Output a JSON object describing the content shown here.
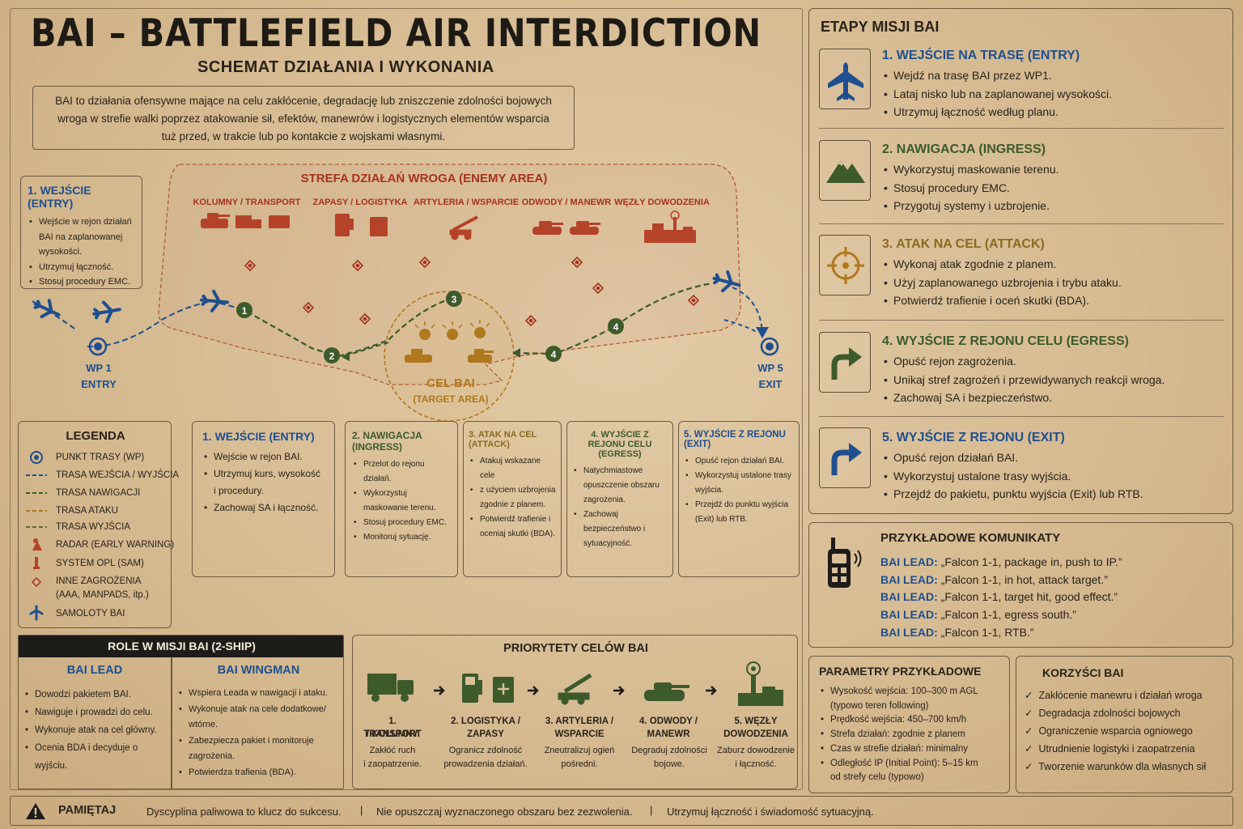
{
  "header": {
    "title": "BAI – BATTLEFIELD AIR INTERDICTION",
    "subtitle": "SCHEMAT DZIAŁANIA I WYKONANIA",
    "intro_lines": [
      "BAI to działania ofensywne mające na celu zakłócenie, degradację lub zniszczenie zdolności bojowych",
      "wroga w strefie walki poprzez atakowanie sił, efektów, manewrów i logistycznych elementów wsparcia",
      "tuż przed, w trakcie lub po kontakcie z wojskami własnymi."
    ]
  },
  "map": {
    "entry_box": {
      "title": "1. WEJŚCIE (ENTRY)",
      "items": [
        "Wejście w rejon działań BAI na zaplanowanej wysokości.",
        "Utrzymuj łączność.",
        "Stosuj procedury EMC."
      ]
    },
    "enemy_area": {
      "title": "STREFA DZIAŁAŃ WROGA (ENEMY AREA)",
      "categories": [
        "KOLUMNY / TRANSPORT",
        "ZAPASY / LOGISTYKA",
        "ARTYLERIA / WSPARCIE",
        "ODWODY / MANEWR",
        "WĘZŁY DOWODZENIA"
      ]
    },
    "target": {
      "title": "CEL BAI",
      "subtitle": "(TARGET AREA)"
    },
    "wp1": {
      "line1": "WP 1",
      "line2": "ENTRY"
    },
    "wp5": {
      "line1": "WP 5",
      "line2": "EXIT"
    },
    "step_markers": [
      "1",
      "2",
      "3",
      "4",
      "4"
    ]
  },
  "legend": {
    "title": "LEGENDA",
    "items": [
      {
        "label": "PUNKT TRASY (WP)",
        "icon": "waypoint-icon"
      },
      {
        "label": "TRASA WEJŚCIA / WYJŚCIA",
        "icon": "dashed-blue-line"
      },
      {
        "label": "TRASA NAWIGACJI",
        "icon": "dashed-green-line"
      },
      {
        "label": "TRASA ATAKU",
        "icon": "dashed-orange-line"
      },
      {
        "label": "TRASA WYJŚCIA",
        "icon": "dashed-olive-line"
      },
      {
        "label": "RADAR (EARLY WARNING)",
        "icon": "radar-icon"
      },
      {
        "label": "SYSTEM OPL (SAM)",
        "icon": "sam-icon"
      },
      {
        "label": "INNE ZAGROŻENIA",
        "label2": "(AAA, MANPADS, itp.)",
        "icon": "threat-diamond-icon"
      },
      {
        "label": "SAMOLOTY BAI",
        "icon": "aircraft-icon"
      }
    ],
    "colors": {
      "blue": "#1f4f8f",
      "green": "#3d5a2a",
      "orange": "#b0781e",
      "red": "#a8321f"
    }
  },
  "stage_cards": [
    {
      "title": "1. WEJŚCIE (ENTRY)",
      "items": [
        "Wejście w rejon BAI.",
        "Utrzymuj kurs, wysokość i procedury.",
        "Zachowaj SA i łączność."
      ]
    },
    {
      "title": "2. NAWIGACJA (INGRESS)",
      "items": [
        "Przelot do rejonu działań.",
        "Wykorzystuj maskowanie terenu.",
        "Stosuj procedury EMC.",
        "Monitoruj sytuację."
      ]
    },
    {
      "title": "3. ATAK NA CEL (ATTACK)",
      "items": [
        "Atakuj wskazane cele",
        "z użyciem uzbrojenia zgodnie z planem.",
        "Potwierdź trafienie i oceniaj skutki (BDA)."
      ]
    },
    {
      "title": "4. WYJŚCIE Z REJONU CELU",
      "title2": "(EGRESS)",
      "items": [
        "Natychmiastowe opuszczenie obszaru zagrożenia.",
        "Zachowaj bezpieczeństwo i sytuacyjność."
      ]
    },
    {
      "title": "5. WYJŚCIE Z REJONU (EXIT)",
      "items": [
        "Opuść rejon działań BAI.",
        "Wykorzystuj ustalone trasy wyjścia.",
        "Przejdź do punktu wyjścia (Exit) lub RTB."
      ]
    }
  ],
  "roles": {
    "title": "ROLE W MISJI BAI (2-SHIP)",
    "lead": {
      "title": "BAI LEAD",
      "items": [
        "Dowodzi pakietem BAI.",
        "Nawiguje i prowadzi do celu.",
        "Wykonuje atak na cel główny.",
        "Ocenia BDA i decyduje o wyjściu."
      ]
    },
    "wingman": {
      "title": "BAI WINGMAN",
      "items": [
        "Wspiera Leada w nawigacji i ataku.",
        "Wykonuje atak na cele dodatkowe/ wtórne.",
        "Zabezpiecza pakiet i monitoruje zagrożenia.",
        "Potwierdza trafienia (BDA)."
      ]
    }
  },
  "priorities": {
    "title": "PRIORYTETY CELÓW BAI",
    "items": [
      {
        "label1": "1. TRANSPORT",
        "label2": "/ KOLUMNY",
        "desc1": "Zakłóć ruch",
        "desc2": "i zaopatrzenie.",
        "icon": "truck-icon"
      },
      {
        "label1": "2. LOGISTYKA /",
        "label2": "ZAPASY",
        "desc1": "Ogranicz zdolność",
        "desc2": "prowadzenia działań.",
        "icon": "fuel-supply-icon"
      },
      {
        "label1": "3. ARTYLERIA /",
        "label2": "WSPARCIE",
        "desc1": "Zneutralizuj ogień",
        "desc2": "pośredni.",
        "icon": "artillery-icon"
      },
      {
        "label1": "4. ODWODY /",
        "label2": "MANEWR",
        "desc1": "Degraduj zdolności",
        "desc2": "bojowe.",
        "icon": "tank-icon"
      },
      {
        "label1": "5. WĘZŁY",
        "label2": "DOWODZENIA",
        "desc1": "Zaburz dowodzenie",
        "desc2": "i łączność.",
        "icon": "command-node-icon"
      }
    ]
  },
  "stages_panel": {
    "title": "ETAPY MISJI BAI",
    "stages": [
      {
        "title": "1. WEJŚCIE NA TRASĘ (ENTRY)",
        "items": [
          "Wejdź na trasę BAI przez WP1.",
          "Lataj nisko lub na zaplanowanej wysokości.",
          "Utrzymuj łączność według planu."
        ],
        "icon": "aircraft-icon"
      },
      {
        "title": "2. NAWIGACJA (INGRESS)",
        "items": [
          "Wykorzystuj maskowanie terenu.",
          "Stosuj procedury EMC.",
          "Przygotuj systemy i uzbrojenie."
        ],
        "icon": "mountain-icon"
      },
      {
        "title": "3. ATAK NA CEL (ATTACK)",
        "items": [
          "Wykonaj atak zgodnie z planem.",
          "Użyj zaplanowanego uzbrojenia i trybu ataku.",
          "Potwierdź trafienie i oceń skutki (BDA)."
        ],
        "icon": "crosshair-icon"
      },
      {
        "title": "4. WYJŚCIE Z REJONU CELU (EGRESS)",
        "items": [
          "Opuść rejon zagrożenia.",
          "Unikaj stref zagrożeń i przewidywanych reakcji wroga.",
          "Zachowaj SA i bezpieczeństwo."
        ],
        "icon": "turn-arrow-icon"
      },
      {
        "title": "5. WYJŚCIE Z REJONU (EXIT)",
        "items": [
          "Opuść rejon działań BAI.",
          "Wykorzystuj ustalone trasy wyjścia.",
          "Przejdź do pakietu, punktu wyjścia (Exit) lub RTB."
        ],
        "icon": "turn-arrow-icon"
      }
    ]
  },
  "comms": {
    "title": "PRZYKŁADOWE KOMUNIKATY",
    "speaker": "BAI LEAD:",
    "messages": [
      "„Falcon 1-1, package in, push to IP.”",
      "„Falcon 1-1, in hot, attack target.”",
      "„Falcon 1-1, target hit, good effect.”",
      "„Falcon 1-1, egress south.”",
      "„Falcon 1-1, RTB.”"
    ]
  },
  "params": {
    "title": "PARAMETRY PRZYKŁADOWE",
    "items": [
      {
        "l1": "Wysokość wejścia: 100–300 m AGL",
        "l2": "(typowo teren following)"
      },
      {
        "l1": "Prędkość wejścia: 450–700 km/h"
      },
      {
        "l1": "Strefa działań: zgodnie z planem"
      },
      {
        "l1": "Czas w strefie działań: minimalny"
      },
      {
        "l1": "Odległość IP (Initial Point): 5–15 km",
        "l2": "od strefy celu (typowo)"
      }
    ]
  },
  "benefits": {
    "title": "KORZYŚCI BAI",
    "items": [
      "Zakłócenie manewru i działań wroga",
      "Degradacja zdolności bojowych",
      "Ograniczenie wsparcia ogniowego",
      "Utrudnienie logistyki i zaopatrzenia",
      "Tworzenie warunków dla własnych sił"
    ]
  },
  "footer": {
    "label": "PAMIĘTAJ",
    "items": [
      "Dyscyplina paliwowa to klucz do sukcesu.",
      "Nie opuszczaj wyznaczonego obszaru bez zezwolenia.",
      "Utrzymuj łączność i świadomość sytuacyjną."
    ]
  }
}
